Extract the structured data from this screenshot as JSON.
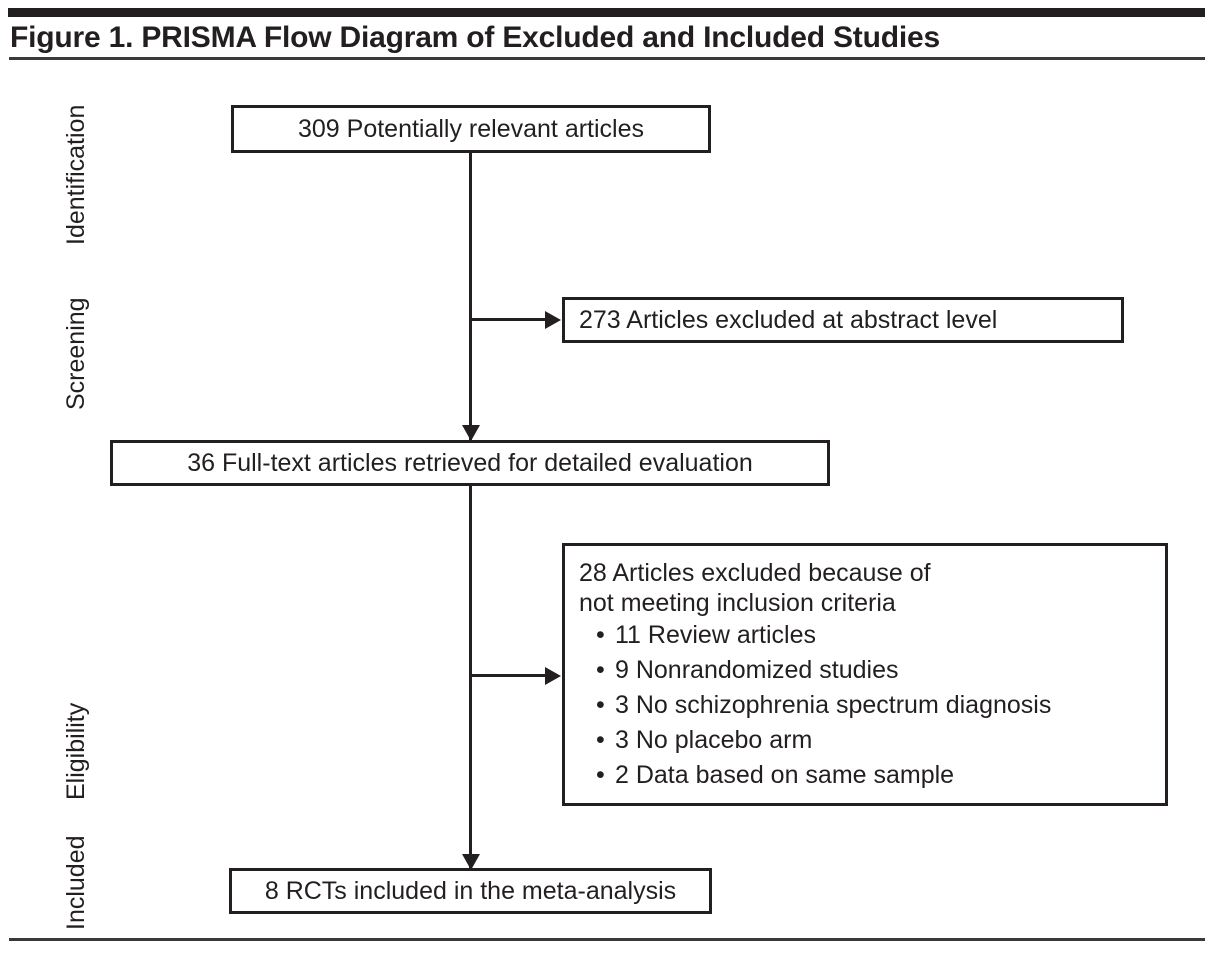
{
  "figure": {
    "title": "Figure 1. PRISMA Flow Diagram of Excluded and Included Studies",
    "colors": {
      "ink": "#231f20",
      "rule": "#3a3a3c",
      "background": "#ffffff"
    }
  },
  "stages": [
    {
      "id": "identification",
      "label": "Identification"
    },
    {
      "id": "screening",
      "label": "Screening"
    },
    {
      "id": "eligibility",
      "label": "Eligibility"
    },
    {
      "id": "included",
      "label": "Included"
    }
  ],
  "nodes": {
    "potentially_relevant": {
      "count": 309,
      "text": "309 Potentially relevant articles"
    },
    "excluded_abstract": {
      "count": 273,
      "text": "273 Articles excluded at abstract level"
    },
    "full_text_retrieved": {
      "count": 36,
      "text": "36 Full-text articles retrieved for detailed evaluation"
    },
    "excluded_eligibility": {
      "count": 28,
      "heading_line1": "28 Articles excluded because of",
      "heading_line2": "not meeting inclusion criteria",
      "reasons": [
        {
          "count": 11,
          "text": "11 Review articles"
        },
        {
          "count": 9,
          "text": "9 Nonrandomized studies"
        },
        {
          "count": 3,
          "text": "3 No schizophrenia spectrum diagnosis"
        },
        {
          "count": 3,
          "text": "3 No placebo arm"
        },
        {
          "count": 2,
          "text": "2 Data based on same sample"
        }
      ]
    },
    "included_final": {
      "count": 8,
      "text": "8 RCTs included in the meta-analysis"
    }
  },
  "chart_data": {
    "type": "diagram",
    "title": "Figure 1. PRISMA Flow Diagram of Excluded and Included Studies",
    "stages": [
      "Identification",
      "Screening",
      "Eligibility",
      "Included"
    ],
    "nodes": [
      {
        "id": "potentially_relevant",
        "stage": "Identification",
        "label": "309 Potentially relevant articles",
        "value": 309
      },
      {
        "id": "excluded_abstract",
        "stage": "Screening",
        "label": "273 Articles excluded at abstract level",
        "value": 273
      },
      {
        "id": "full_text_retrieved",
        "stage": "Screening",
        "label": "36 Full-text articles retrieved for detailed evaluation",
        "value": 36
      },
      {
        "id": "excluded_eligibility",
        "stage": "Eligibility",
        "label": "28 Articles excluded because of not meeting inclusion criteria",
        "value": 28
      },
      {
        "id": "included_final",
        "stage": "Included",
        "label": "8 RCTs included in the meta-analysis",
        "value": 8
      }
    ],
    "edges": [
      {
        "from": "potentially_relevant",
        "to": "excluded_abstract",
        "type": "exclusion"
      },
      {
        "from": "potentially_relevant",
        "to": "full_text_retrieved",
        "type": "flow"
      },
      {
        "from": "full_text_retrieved",
        "to": "excluded_eligibility",
        "type": "exclusion"
      },
      {
        "from": "full_text_retrieved",
        "to": "included_final",
        "type": "flow"
      }
    ],
    "exclusion_breakdown": {
      "excluded_eligibility": [
        {
          "reason": "Review articles",
          "count": 11
        },
        {
          "reason": "Nonrandomized studies",
          "count": 9
        },
        {
          "reason": "No schizophrenia spectrum diagnosis",
          "count": 3
        },
        {
          "reason": "No placebo arm",
          "count": 3
        },
        {
          "reason": "Data based on same sample",
          "count": 2
        }
      ]
    }
  }
}
